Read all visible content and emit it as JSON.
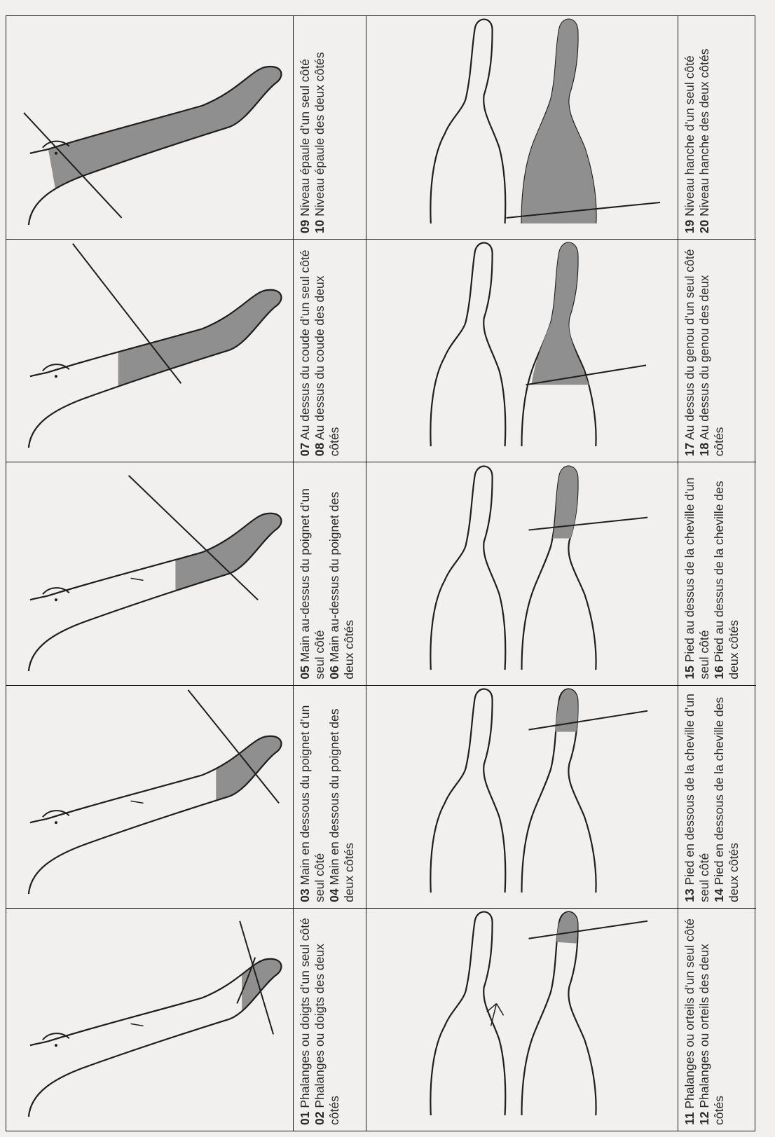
{
  "arm_captions": [
    {
      "a_num": "01",
      "a_text": "Phalanges ou doigts d’un seul côté",
      "b_num": "02",
      "b_text": "Phalanges ou doigts des deux côtés"
    },
    {
      "a_num": "03",
      "a_text": "Main en dessous du poignet d’un seul côté",
      "b_num": "04",
      "b_text": "Main en dessous du poignet des deux côtés"
    },
    {
      "a_num": "05",
      "a_text": "Main au-dessus du poignet d’un seul côté",
      "b_num": "06",
      "b_text": "Main au-dessus du poignet des deux côtés"
    },
    {
      "a_num": "07",
      "a_text": "Au dessus du coude d’un seul côté",
      "b_num": "08",
      "b_text": "Au dessus du coude des deux côtés"
    },
    {
      "a_num": "09",
      "a_text": "Niveau épaule d’un seul côté",
      "b_num": "10",
      "b_text": "Niveau épaule des deux côtés"
    }
  ],
  "leg_captions": [
    {
      "a_num": "11",
      "a_text": "Phalanges ou orteils d’un seul côté",
      "b_num": "12",
      "b_text": "Phalanges ou orteils des deux côtés"
    },
    {
      "a_num": "13",
      "a_text": "Pied en dessous de la cheville d’un seul côté",
      "b_num": "14",
      "b_text": "Pied en dessous de la cheville des deux côtés"
    },
    {
      "a_num": "15",
      "a_text": "Pied au dessus de la cheville d’un seul côté",
      "b_num": "16",
      "b_text": "Pied au dessus de la cheville des deux côtés"
    },
    {
      "a_num": "17",
      "a_text": "Au dessus du genou d’un seul côté",
      "b_num": "18",
      "b_text": "Au dessus du genou des deux côtés"
    },
    {
      "a_num": "19",
      "a_text": "Niveau hanche d’un seul côté",
      "b_num": "20",
      "b_text": "Niveau hanche des deux côtés"
    }
  ],
  "colors": {
    "shade": "#8f8f8f",
    "ink": "#1e1e1e",
    "paper": "#f1f0ee"
  }
}
